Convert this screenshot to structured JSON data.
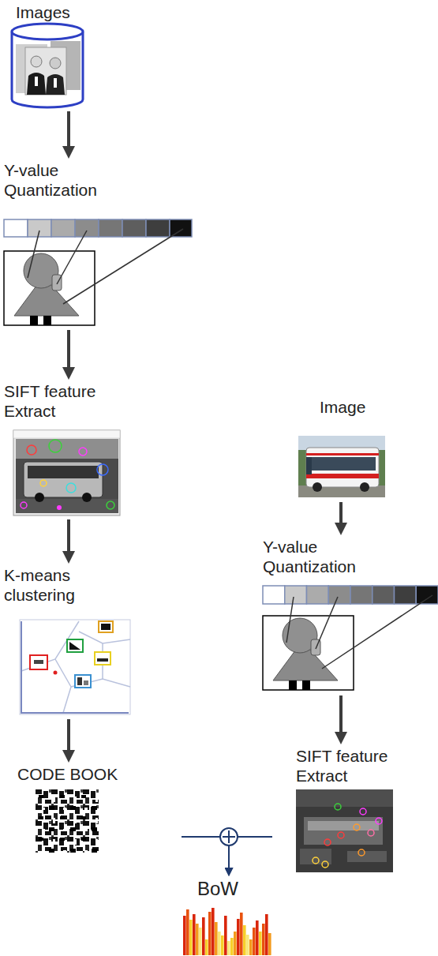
{
  "diagram": {
    "nodes": [
      {
        "text": [
          "Images"
        ]
      },
      {
        "text": [
          "Y-value Quantization"
        ]
      },
      {
        "text": [
          "SIFT feature Extract"
        ]
      },
      {
        "text": [
          "K-means clustering"
        ]
      },
      {
        "text": [
          "CODE BOOK"
        ]
      },
      {
        "text": [
          "Image"
        ]
      },
      {
        "text": [
          "Y-value Quantization"
        ]
      },
      {
        "text": [
          "SIFT feature Extract"
        ]
      },
      {
        "text": [
          "BoW"
        ]
      }
    ],
    "edges": [
      {
        "from": 0,
        "to": 1,
        "arrow": "to"
      },
      {
        "from": 1,
        "to": 2,
        "arrow": "to"
      },
      {
        "from": 2,
        "to": 3,
        "arrow": "to"
      },
      {
        "from": 3,
        "to": 4,
        "arrow": "to"
      },
      {
        "from": 5,
        "to": 6,
        "arrow": "to"
      },
      {
        "from": 6,
        "to": 7,
        "arrow": "to"
      },
      {
        "from": 4,
        "to": 8,
        "arrow": "to"
      },
      {
        "from": 7,
        "to": 8,
        "arrow": "to"
      }
    ]
  }
}
